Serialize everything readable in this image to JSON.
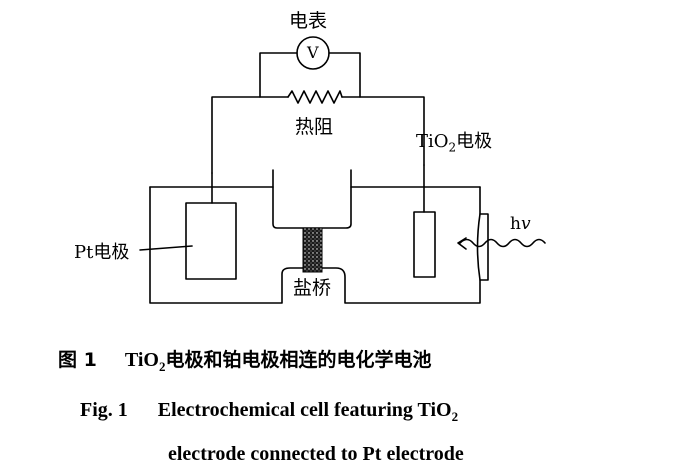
{
  "labels": {
    "meter": "电表",
    "voltmeter_symbol": "V",
    "thermistor": "热阻",
    "tio2_prefix": "TiO",
    "tio2_sub": "2",
    "tio2_suffix": "电极",
    "pt_electrode": "Pt电极",
    "salt_bridge": "盐桥",
    "light_h": "h",
    "light_v": "v"
  },
  "caption": {
    "cn_number": "图 1",
    "cn_pre": "TiO",
    "cn_sub": "2",
    "cn_post": "电极和铂电极相连的电化学电池",
    "en_number": "Fig. 1",
    "en_line1_pre": "Electrochemical cell featuring TiO",
    "en_line1_sub": "2",
    "en_line2": "electrode connected to Pt electrode"
  }
}
